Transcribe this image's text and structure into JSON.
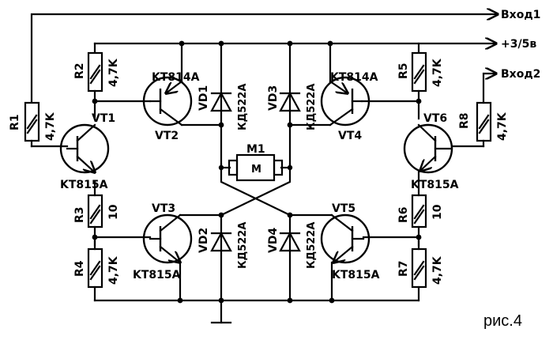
{
  "inputs": {
    "in1": "Вход1",
    "in2": "Вход2",
    "supply": "+3/5в"
  },
  "resistors": {
    "r1": {
      "name": "R1",
      "value": "4,7K"
    },
    "r2": {
      "name": "R2",
      "value": "4,7K"
    },
    "r3": {
      "name": "R3",
      "value": "10"
    },
    "r4": {
      "name": "R4",
      "value": "4,7K"
    },
    "r5": {
      "name": "R5",
      "value": "4,7K"
    },
    "r6": {
      "name": "R6",
      "value": "10"
    },
    "r7": {
      "name": "R7",
      "value": "4,7K"
    },
    "r8": {
      "name": "R8",
      "value": "4,7K"
    }
  },
  "transistors": {
    "vt1": {
      "name": "VT1",
      "type": "KT815A"
    },
    "vt2": {
      "name": "VT2",
      "type": "KT814A"
    },
    "vt3": {
      "name": "VT3",
      "type": "KT815A"
    },
    "vt4": {
      "name": "VT4",
      "type": "KT814A"
    },
    "vt5": {
      "name": "VT5",
      "type": "KT815A"
    },
    "vt6": {
      "name": "VT6",
      "type": "KT815A"
    }
  },
  "diodes": {
    "vd1": {
      "name": "VD1",
      "type": "КД522А"
    },
    "vd2": {
      "name": "VD2",
      "type": "КД522А"
    },
    "vd3": {
      "name": "VD3",
      "type": "КД522А"
    },
    "vd4": {
      "name": "VD4",
      "type": "КД522А"
    }
  },
  "motor": {
    "name": "M1",
    "symbol": "M"
  },
  "figure_label": "рис.4"
}
